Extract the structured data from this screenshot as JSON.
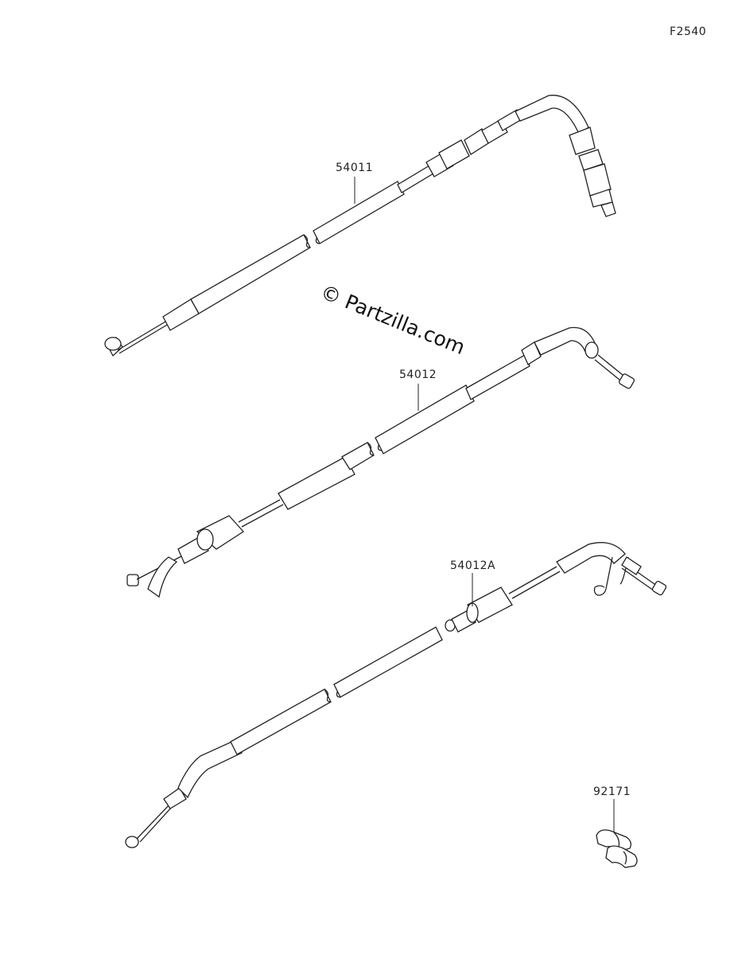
{
  "figure_ref": "F2540",
  "watermark": "© Partzilla.com",
  "parts": [
    {
      "label": "54011"
    },
    {
      "label": "54012"
    },
    {
      "label": "54012A"
    },
    {
      "label": "92171"
    }
  ],
  "colors": {
    "line": "#222222",
    "background": "#ffffff"
  }
}
